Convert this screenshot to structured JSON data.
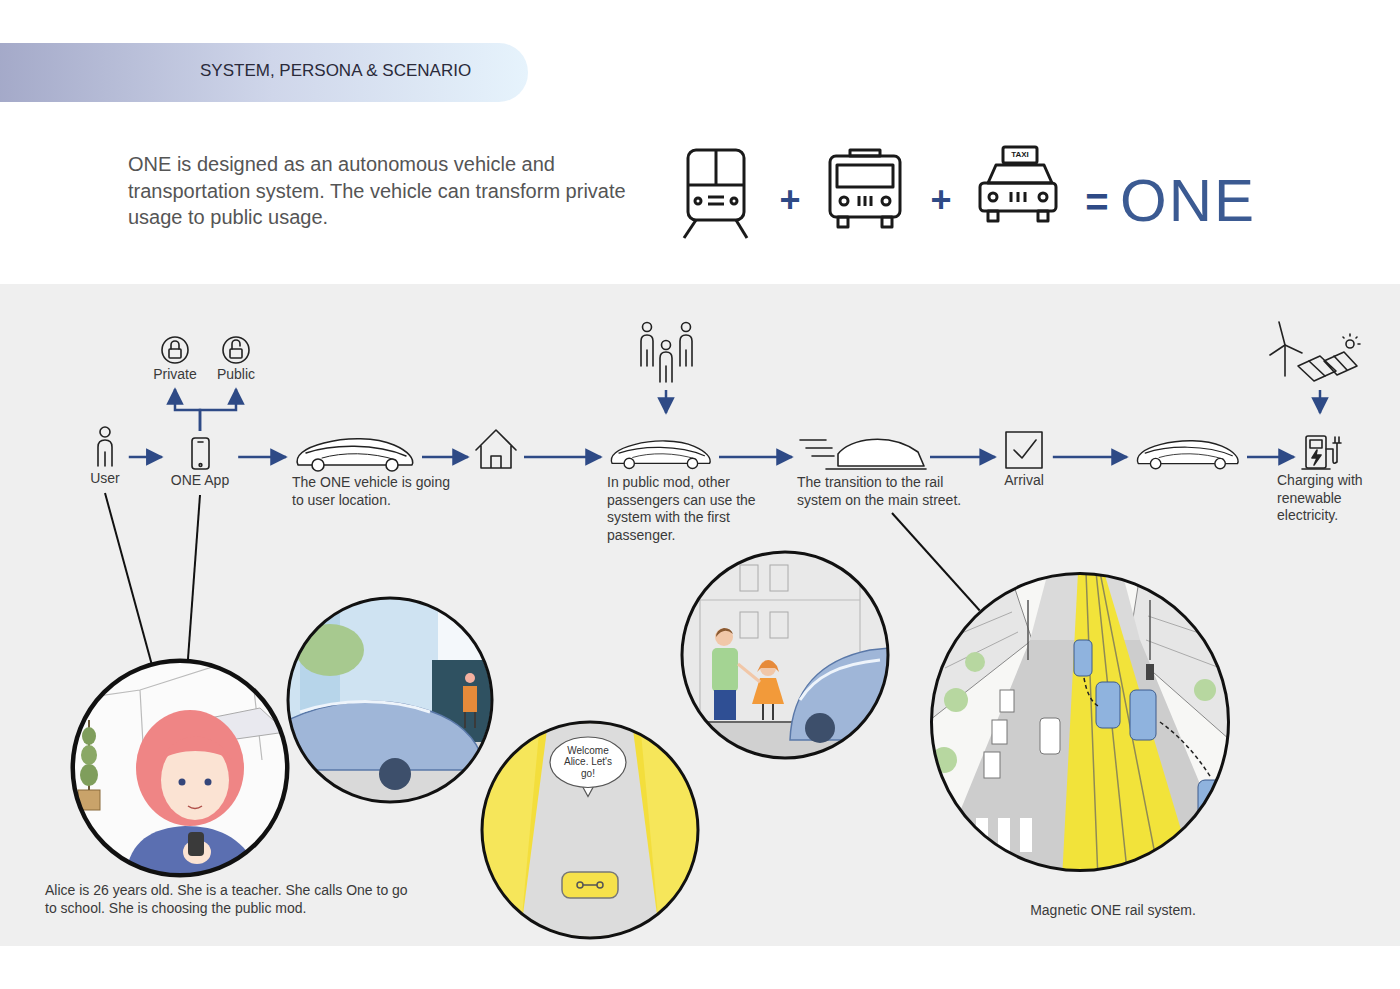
{
  "diagram": {
    "title": "SYSTEM, PERSONA & SCENARIO",
    "nodes": [
      {
        "text": [
          "User"
        ]
      },
      {
        "text": [
          "ONE App"
        ]
      },
      {
        "text": [
          "Private"
        ]
      },
      {
        "text": [
          "Public"
        ]
      },
      {
        "text": [
          "The ONE vehicle is going to user location."
        ]
      },
      {
        "text": []
      },
      {
        "text": [
          "In public mod, other passengers can use the system with the first passenger."
        ]
      },
      {
        "text": [
          "The transition to the rail system on the main street."
        ]
      },
      {
        "text": [
          "Arrival"
        ]
      },
      {
        "text": []
      },
      {
        "text": [
          "Charging with renewable electricity."
        ]
      },
      {
        "text": [
          "Alice is 26 years old. She is a teacher. She calls One to go to school. She is choosing the public mod."
        ]
      },
      {
        "text": [
          "Welcome Alice. Let's go!"
        ]
      },
      {
        "text": [
          "Magnetic ONE rail system."
        ]
      }
    ],
    "edges": [
      {
        "from": 0,
        "to": 1,
        "arrow": "to"
      },
      {
        "from": 1,
        "to": 2,
        "arrow": "to"
      },
      {
        "from": 1,
        "to": 3,
        "arrow": "to"
      },
      {
        "from": 1,
        "to": 4,
        "arrow": "to"
      },
      {
        "from": 4,
        "to": 5,
        "arrow": "to"
      },
      {
        "from": 5,
        "to": 6,
        "arrow": "to"
      },
      {
        "from": 6,
        "to": 7,
        "arrow": "to"
      },
      {
        "from": 7,
        "to": 8,
        "arrow": "to"
      },
      {
        "from": 8,
        "to": 9,
        "arrow": "to"
      },
      {
        "from": 9,
        "to": 10,
        "arrow": "to"
      },
      {
        "from": 0,
        "to": 11,
        "arrow": "none"
      },
      {
        "from": 1,
        "to": 11,
        "arrow": "none"
      },
      {
        "from": 7,
        "to": 13,
        "arrow": "none"
      }
    ],
    "labels": [
      "ONE is designed as an autonomous vehicle and transportation system. The vehicle can transform private usage to public usage.",
      "+",
      "+",
      "TAXI",
      "=",
      "ONE"
    ]
  }
}
